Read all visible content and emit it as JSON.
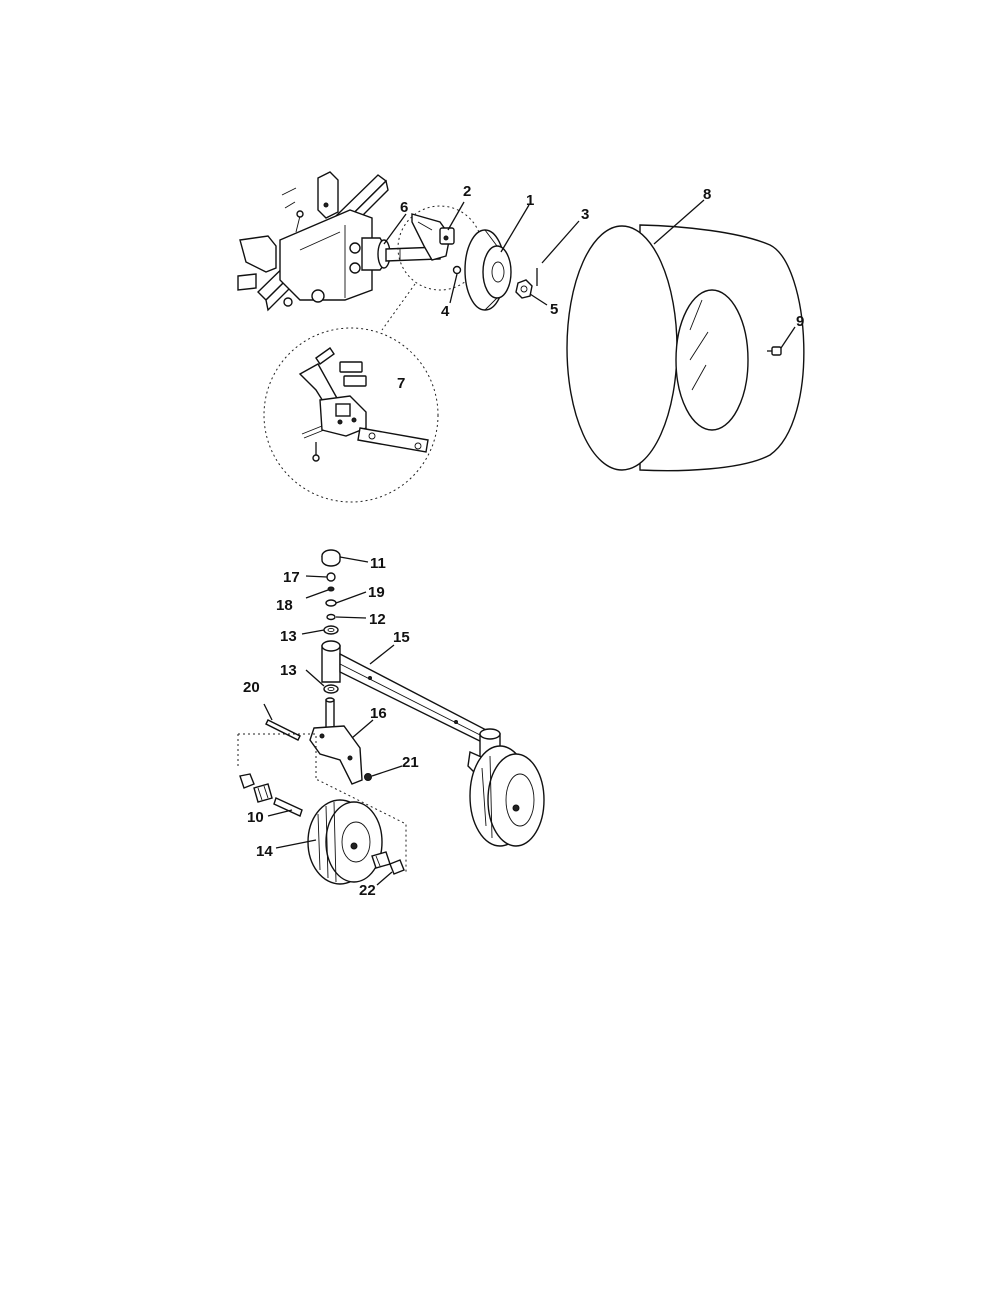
{
  "callouts": {
    "c1": "1",
    "c2": "2",
    "c3": "3",
    "c4": "4",
    "c5": "5",
    "c6": "6",
    "c7": "7",
    "c8": "8",
    "c9": "9",
    "c10": "10",
    "c11": "11",
    "c12": "12",
    "c13a": "13",
    "c13b": "13",
    "c14": "14",
    "c15": "15",
    "c16": "16",
    "c17": "17",
    "c18": "18",
    "c19": "19",
    "c20": "20",
    "c21": "21",
    "c22": "22"
  }
}
